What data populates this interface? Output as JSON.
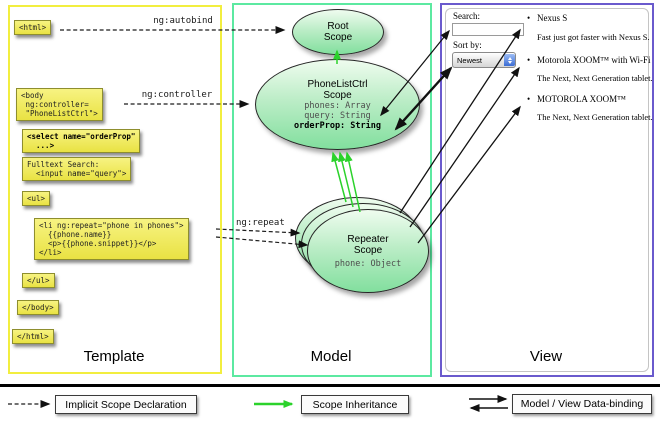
{
  "panels": {
    "template_label": "Template",
    "model_label": "Model",
    "view_label": "View"
  },
  "template": {
    "html_open": "<html>",
    "body_open": "<body\n ng:controller=\n \"PhoneListCtrl\">",
    "select": "<select name=\"orderProp\"\n  ...>",
    "fulltext": "Fulltext Search:\n  <input name=\"query\">",
    "ul_open": "<ul>",
    "li_repeat": "<li ng:repeat=\"phone in phones\">\n  {{phone.name}}\n  <p>{{phone.snippet}}</p>\n</li>",
    "ul_close": "</ul>",
    "body_close": "</body>",
    "html_close": "</html>"
  },
  "model": {
    "root_scope_title": "Root\nScope",
    "phonelist_title": "PhoneListCtrl\nScope",
    "phonelist_prop1": "phones: Array",
    "phonelist_prop2": "query: String",
    "phonelist_prop3": "orderProp: String",
    "repeater_title": "Repeater\nScope",
    "repeater_prop": "phone: Object"
  },
  "view": {
    "search_label": "Search:",
    "search_value": "",
    "sort_label": "Sort by:",
    "sort_value": "Newest",
    "bullet": "•",
    "items": [
      {
        "name": "Nexus S",
        "desc": "Fast just got faster with Nexus S."
      },
      {
        "name": "Motorola XOOM™ with Wi-Fi",
        "desc": "The Next, Next Generation tablet."
      },
      {
        "name": "MOTOROLA XOOM™",
        "desc": "The Next, Next Generation tablet."
      }
    ]
  },
  "arrow_labels": {
    "autobind": "ng:autobind",
    "controller": "ng:controller",
    "repeat": "ng:repeat"
  },
  "legend": {
    "implicit": "Implicit Scope Declaration",
    "inheritance": "Scope Inheritance",
    "databinding": "Model / View Data-binding"
  },
  "colors": {
    "template_border": "#f2ee3f",
    "model_border": "#5ce9a1",
    "view_border": "#6a5acd",
    "code_box_fill": "#f0ea60",
    "scope_fill": "#8ee3a6",
    "inheritance_arrow": "#2bd22b",
    "arrow_black": "#111111"
  }
}
